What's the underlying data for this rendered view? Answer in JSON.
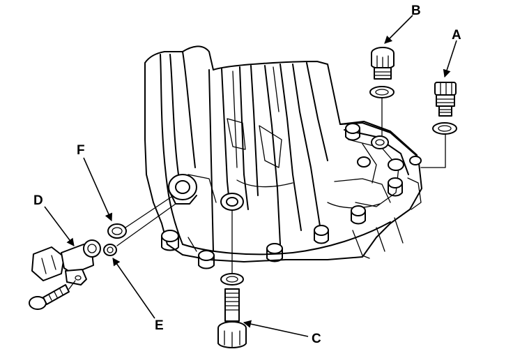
{
  "callouts": {
    "a": "A",
    "b": "B",
    "c": "C",
    "d": "D",
    "e": "E",
    "f": "F"
  }
}
